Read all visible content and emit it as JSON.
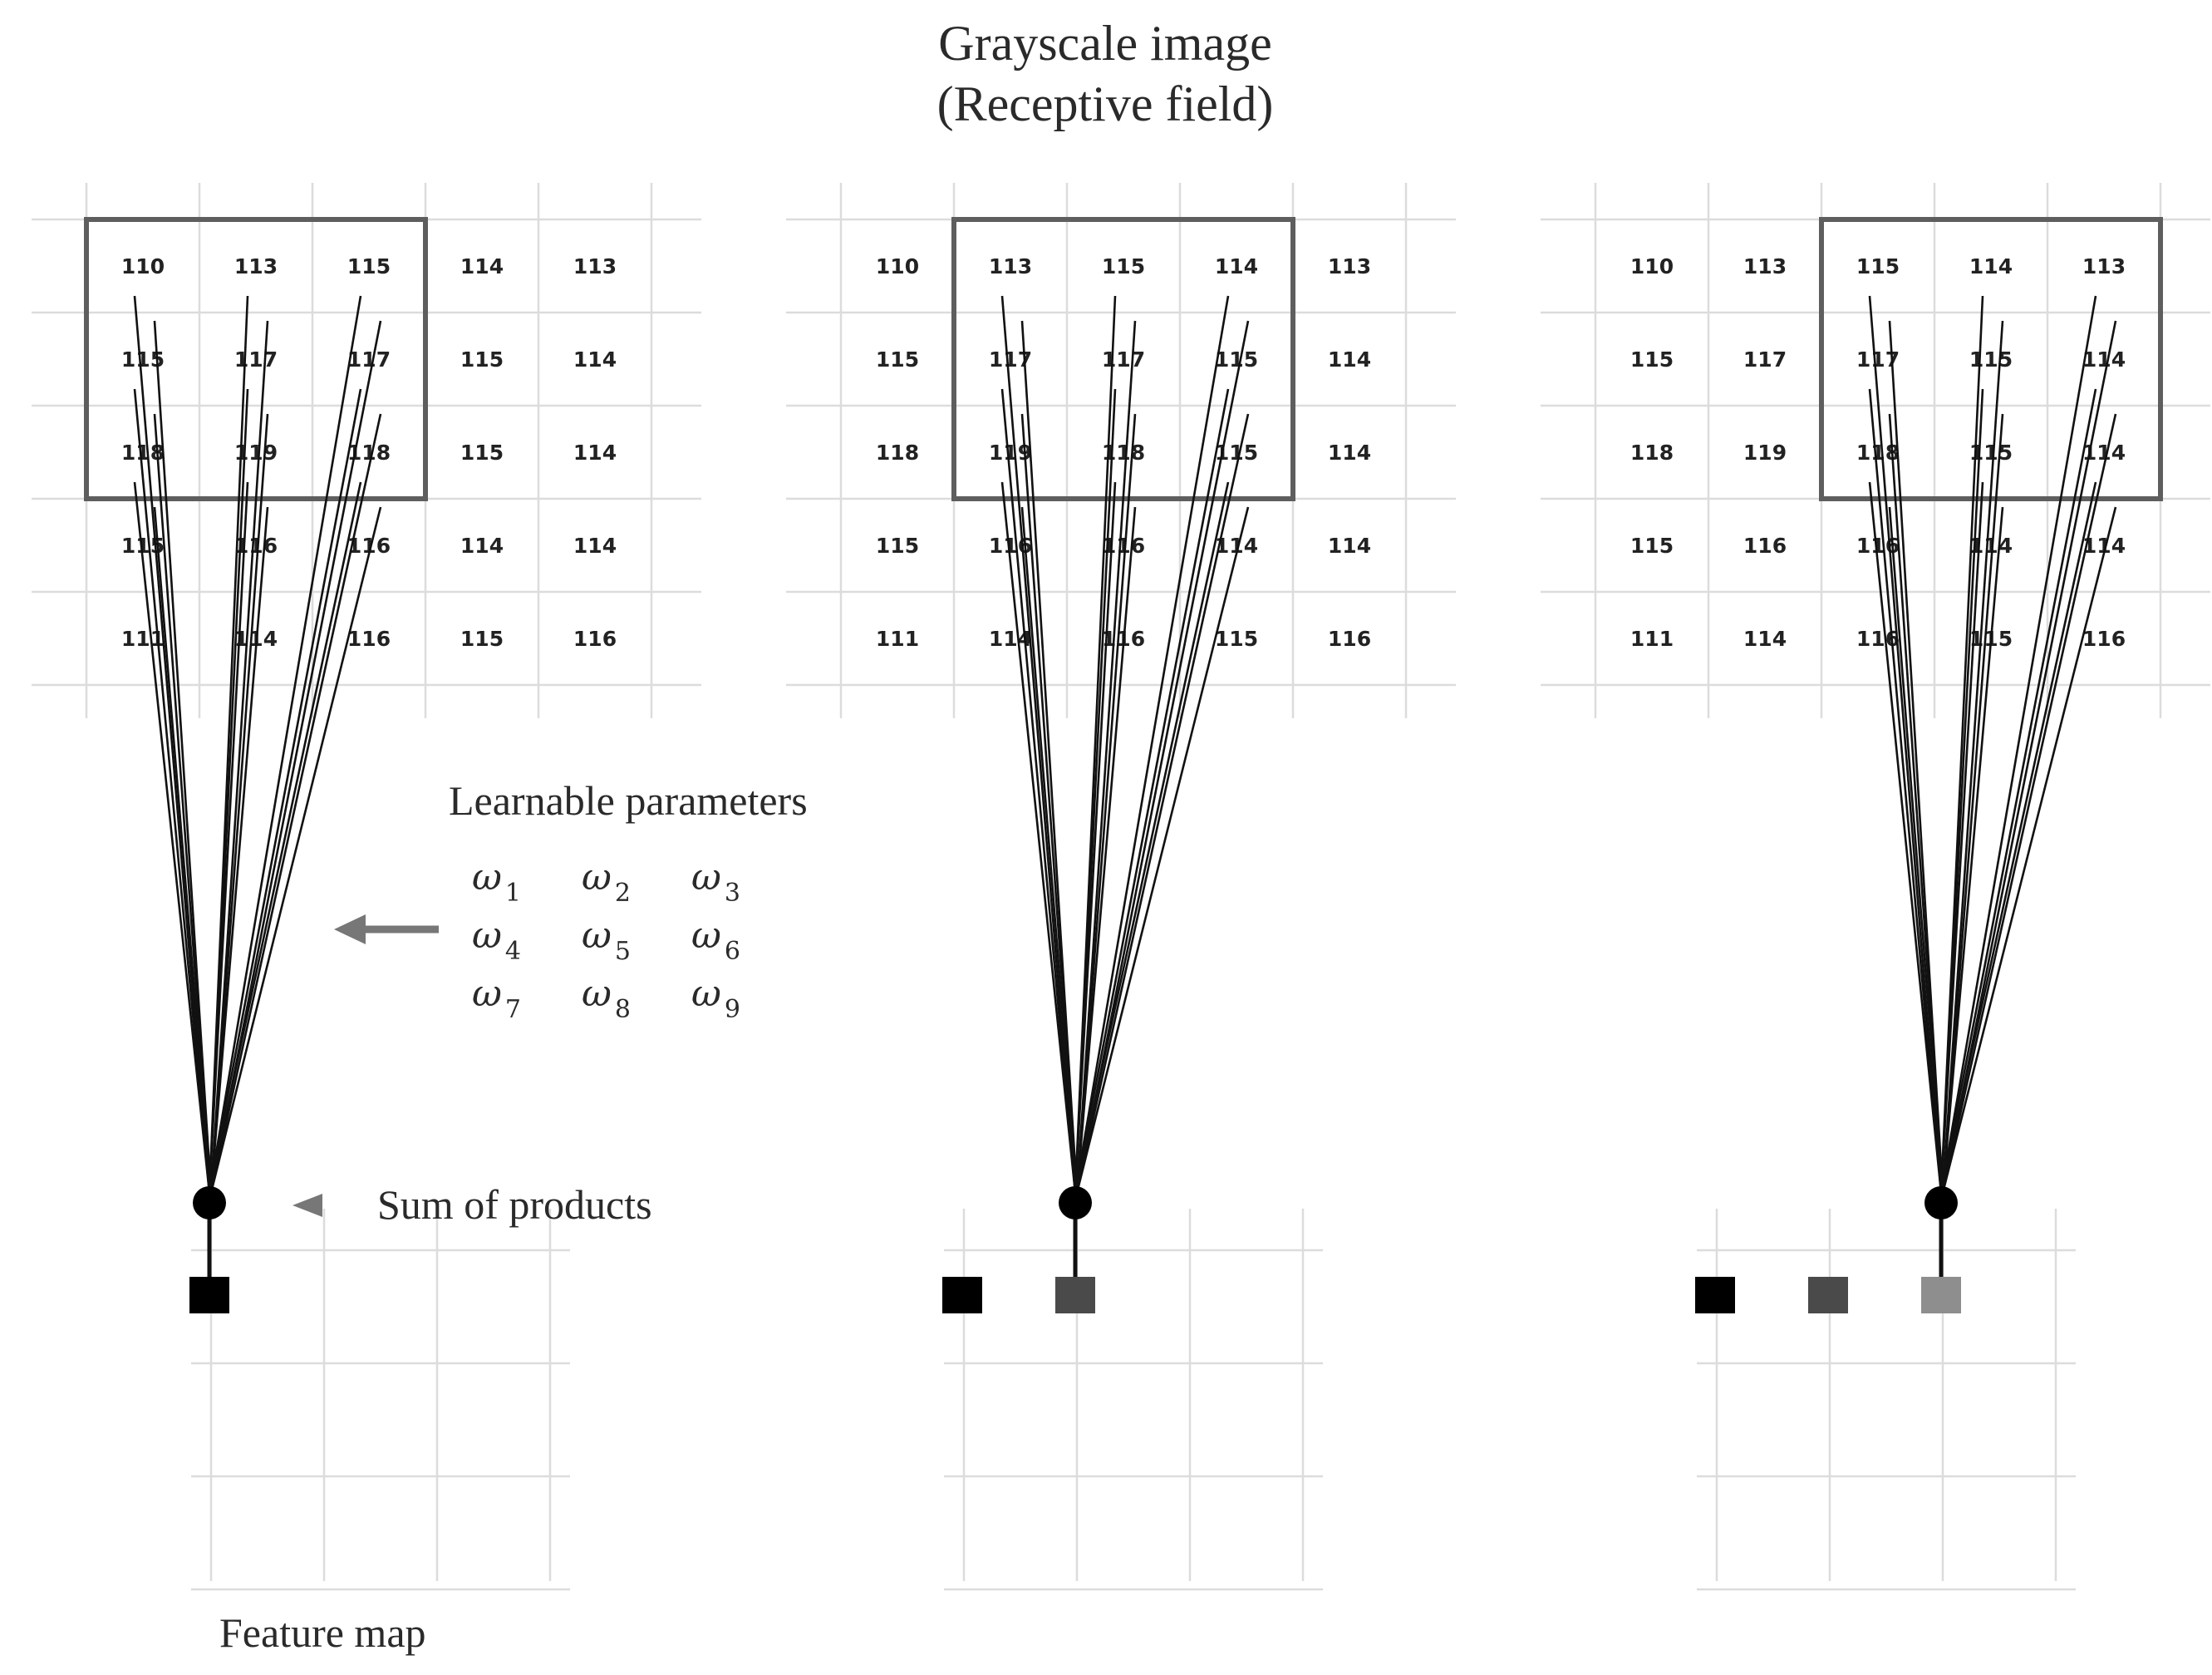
{
  "title": {
    "line1": "Grayscale image",
    "line2": "(Receptive field)"
  },
  "labels": {
    "learnable_parameters": "Learnable parameters",
    "sum_of_products": "Sum of products",
    "feature_map": "Feature map"
  },
  "weights": [
    {
      "symbol": "ω",
      "sub": "1"
    },
    {
      "symbol": "ω",
      "sub": "2"
    },
    {
      "symbol": "ω",
      "sub": "3"
    },
    {
      "symbol": "ω",
      "sub": "4"
    },
    {
      "symbol": "ω",
      "sub": "5"
    },
    {
      "symbol": "ω",
      "sub": "6"
    },
    {
      "symbol": "ω",
      "sub": "7"
    },
    {
      "symbol": "ω",
      "sub": "8"
    },
    {
      "symbol": "ω",
      "sub": "9"
    }
  ],
  "image_pixels": [
    [
      "110",
      "113",
      "115",
      "114",
      "113"
    ],
    [
      "115",
      "117",
      "117",
      "115",
      "114"
    ],
    [
      "118",
      "119",
      "118",
      "115",
      "114"
    ],
    [
      "115",
      "116",
      "116",
      "114",
      "114"
    ],
    [
      "111",
      "114",
      "116",
      "115",
      "116"
    ]
  ],
  "steps": [
    {
      "window_column": 0,
      "window_row": 0,
      "output_cells": [
        {
          "column": 0,
          "row": 0,
          "color": "#000000"
        }
      ]
    },
    {
      "window_column": 1,
      "window_row": 0,
      "output_cells": [
        {
          "column": 0,
          "row": 0,
          "color": "#000000"
        },
        {
          "column": 1,
          "row": 0,
          "color": "#4a4a4a"
        }
      ]
    },
    {
      "window_column": 2,
      "window_row": 0,
      "output_cells": [
        {
          "column": 0,
          "row": 0,
          "color": "#000000"
        },
        {
          "column": 1,
          "row": 0,
          "color": "#4a4a4a"
        },
        {
          "column": 2,
          "row": 0,
          "color": "#8e8e8e"
        }
      ]
    }
  ]
}
